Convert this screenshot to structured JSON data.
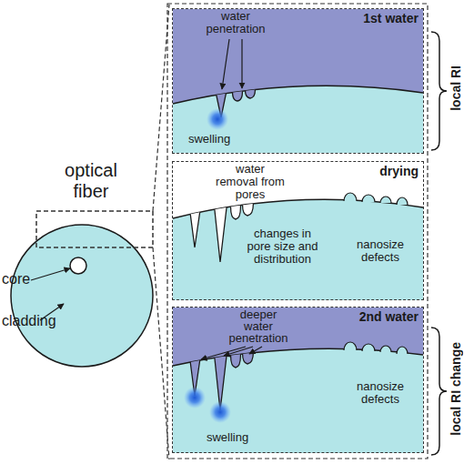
{
  "diagram": {
    "nodes": [
      {
        "text": [
          "1st water",
          "water penetration",
          "swelling"
        ]
      },
      {
        "text": [
          "drying",
          "water removal from pores",
          "changes in pore size and distribution",
          "nanosize defects"
        ]
      },
      {
        "text": [
          "2nd water",
          "deeper water penetration",
          "swelling",
          "nanosize defects"
        ]
      }
    ],
    "labels": [
      "optical fiber",
      "core",
      "cladding",
      "local RI",
      "local RI change"
    ]
  }
}
